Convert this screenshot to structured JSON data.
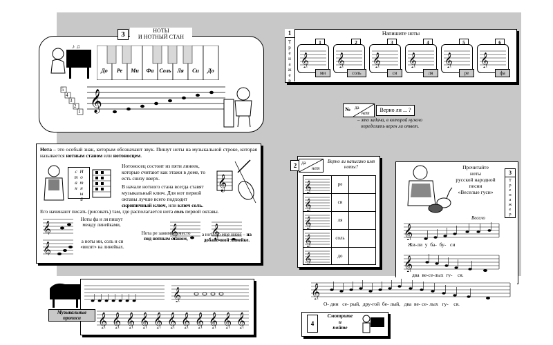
{
  "theme": {
    "gray": "#c8c8c8",
    "ink": "#000000"
  },
  "section1": {
    "number": "3",
    "title_line1": "НОТЫ",
    "title_line2": "И НОТНЫЙ СТАН",
    "key_notes": [
      "До",
      "Ре",
      "Ми",
      "Фа",
      "Соль",
      "Ля",
      "Си",
      "До"
    ],
    "line_numbers": [
      "5",
      "4",
      "3",
      "2",
      "1"
    ]
  },
  "trainer1": {
    "number": "1",
    "vertical_label": "Тренажер",
    "title": "Напишите ноты",
    "items": [
      {
        "num": "1",
        "label": "ми"
      },
      {
        "num": "2",
        "label": "соль"
      },
      {
        "num": "3",
        "label": "си"
      },
      {
        "num": "4",
        "label": "ля"
      },
      {
        "num": "5",
        "label": "ре"
      },
      {
        "num": "6",
        "label": "фа"
      }
    ]
  },
  "quiz": {
    "badge_no": "№",
    "badge_yes": "да",
    "badge_no_word": "нет",
    "question": "Верно ли ... ?",
    "note": "– это задача, в которой нужно определить верен ли ответ."
  },
  "theory": {
    "p1_bold1": "Нота",
    "p1": " – это особый знак, которым обозначают звук. Пишут ноты на музыкальной строке, которая называется ",
    "p1_bold2": "нотным станом",
    "p1_or": " или ",
    "p1_bold3": "нотоносцем",
    "p1_end": ".",
    "p2": "Нотоносец состоит из пяти линеек, которые считают как этажи в доме, то есть снизу вверх.",
    "p3": "В начале нотного стана всегда ставят музыкальный ключ. Для нот первой октавы лучше всего подходит",
    "p3_bold1": "скрипичный ключ,",
    "p3_or": " или ",
    "p3_bold2": "ключ соль.",
    "p4": "Его начинают писать (рисовать) там, где располагается нота",
    "p4_bold": "соль",
    "p4_end": "первой октавы.",
    "vertical_word": "Нотный стан",
    "lower1": "Ноты фа и ля пишут между линейками,",
    "lower2": "а ноты ми, соль и си «висят» на линейках.",
    "lower3": "Нота ре занимает место",
    "lower3_bold": "под нотным станом,",
    "lower4": "а нота до еще ниже –",
    "lower4_bold": "на добавочной линейке."
  },
  "trainer2": {
    "number": "2",
    "badge_yes": "да",
    "badge_no": "нет",
    "question": "Верно ли написано имя ноты?",
    "rows": [
      "ре",
      "си",
      "ля",
      "соль",
      "до"
    ]
  },
  "trainer3": {
    "number": "3",
    "vertical_label": "Тренажер",
    "title_line1": "Прочитайте",
    "title_line2": "ноты",
    "title_line3": "русской народной",
    "title_line4": "песни",
    "title_line5": "«Веселые гуси»",
    "tempo": "Весело",
    "lyrics1": "Жи-ли  у  ба-  бу-   си",
    "lyrics2": "два  ве-се-лых  гу-    ся.",
    "lyrics3": "О- дин   се- рый,  дру-гой  бе- лый,   два  ве- се- лых   гу-    ся."
  },
  "trainer4": {
    "number": "4",
    "text_line1": "Смотрите",
    "text_line2": "и",
    "text_line3": "пойте"
  },
  "copybook": {
    "label_line1": "Музыкальные",
    "label_line2": "прописи"
  }
}
